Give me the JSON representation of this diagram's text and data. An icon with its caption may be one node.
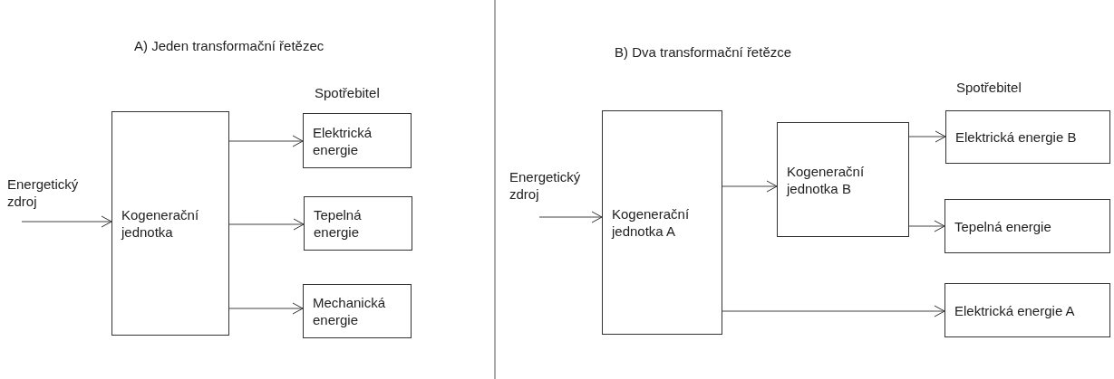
{
  "diagram": {
    "nodes": [
      {
        "text": [
          "Kogenerační jednotka"
        ]
      },
      {
        "text": [
          "Elektrická energie"
        ]
      },
      {
        "text": [
          "Tepelná energie"
        ]
      },
      {
        "text": [
          "Mechanická energie"
        ]
      },
      {
        "text": [
          "Kogenerační jednotka A"
        ]
      },
      {
        "text": [
          "Kogenerační jednotka B"
        ]
      },
      {
        "text": [
          "Elektrická energie B"
        ]
      },
      {
        "text": [
          "Tepelná energie"
        ]
      },
      {
        "text": [
          "Elektrická energie A"
        ]
      }
    ],
    "edges": [
      {
        "from": null,
        "to": 0,
        "arrow": "to"
      },
      {
        "from": 0,
        "to": 1,
        "arrow": "to"
      },
      {
        "from": 0,
        "to": 2,
        "arrow": "to"
      },
      {
        "from": 0,
        "to": 3,
        "arrow": "to"
      },
      {
        "from": null,
        "to": 4,
        "arrow": "to"
      },
      {
        "from": 4,
        "to": 5,
        "arrow": "to"
      },
      {
        "from": 5,
        "to": 6,
        "arrow": "to"
      },
      {
        "from": 5,
        "to": 7,
        "arrow": "to"
      },
      {
        "from": 4,
        "to": 8,
        "arrow": "to"
      }
    ],
    "labels": [
      "A) Jeden transformační řetězec",
      "B) Dva transformační řetězce",
      "Spotřebitel",
      "Spotřebitel",
      "Energetický zdroj",
      "Energetický zdroj"
    ]
  }
}
